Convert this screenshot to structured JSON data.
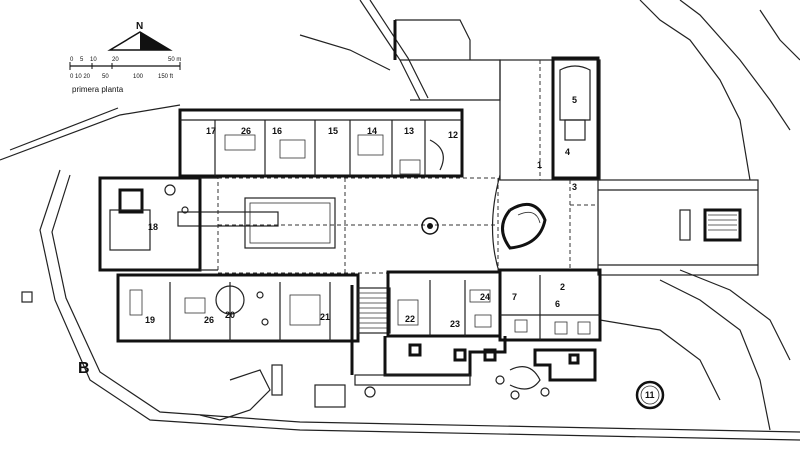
{
  "north_label": "N",
  "scale": {
    "meters": [
      "0",
      "5",
      "10",
      "20",
      "50 m"
    ],
    "feet": [
      "0 10 20",
      "50",
      "100",
      "150 ft"
    ]
  },
  "floor_label": "primera planta",
  "section_letter": "B",
  "rooms": [
    "1",
    "2",
    "3",
    "4",
    "5",
    "6",
    "7",
    "11",
    "12",
    "13",
    "14",
    "15",
    "16",
    "17",
    "18",
    "19",
    "20",
    "21",
    "22",
    "23",
    "24",
    "26",
    "26"
  ]
}
